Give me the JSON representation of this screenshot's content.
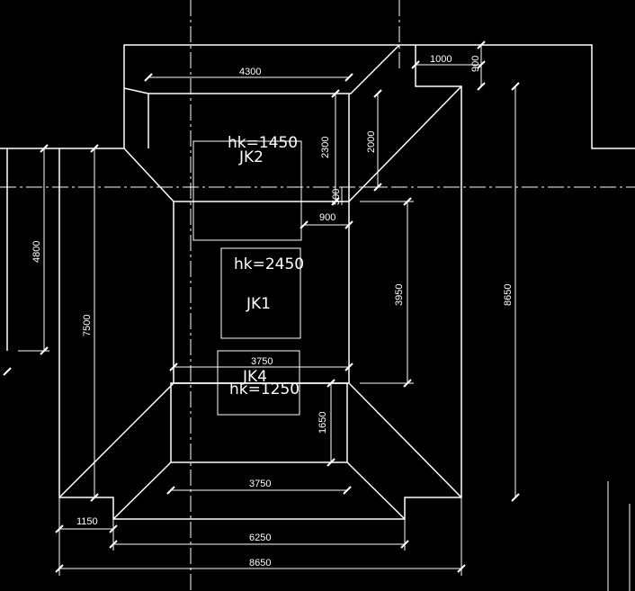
{
  "colors": {
    "background": "#000000",
    "lines": "#ffffff"
  },
  "pits": {
    "jk2": {
      "name": "JK2",
      "depth": "hk=1450"
    },
    "jk1": {
      "name": "JK1",
      "depth": "hk=2450"
    },
    "jk4": {
      "name": "JK4",
      "depth": "hk=1250"
    }
  },
  "dims": {
    "top_width": "4300",
    "right_ear": "1000",
    "right_ear_h": "900",
    "left_slope_h": "2300",
    "right_slope_h": "2000",
    "small_v": "500",
    "small_h": "900",
    "left_4800": "4800",
    "left_7500": "7500",
    "mid_3950": "3950",
    "right_8650": "8650",
    "mid_3750_top": "3750",
    "bot_1650": "1650",
    "bot_3750": "3750",
    "bot_1150": "1150",
    "bot_6250": "6250",
    "bot_8650": "8650"
  }
}
